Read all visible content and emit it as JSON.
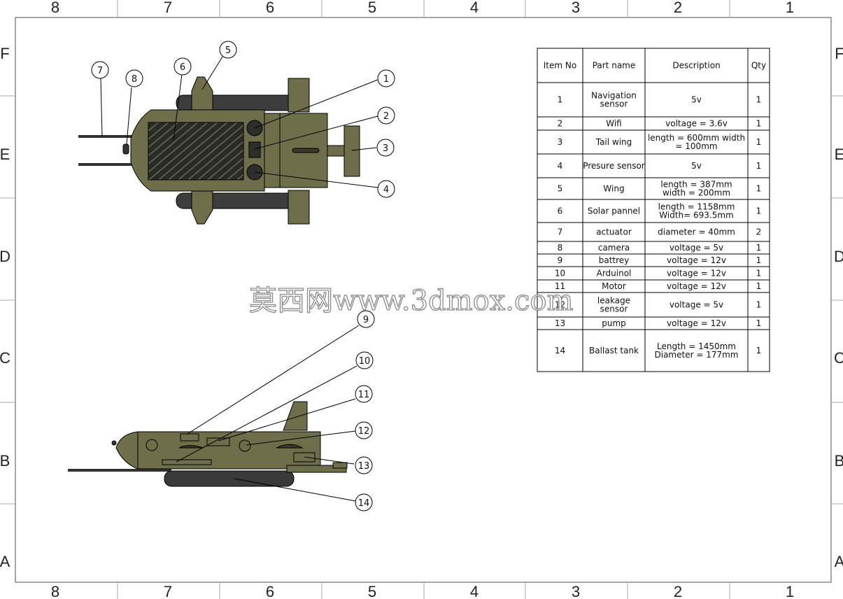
{
  "border": {
    "columns": [
      "8",
      "7",
      "6",
      "5",
      "4",
      "3",
      "2",
      "1"
    ],
    "rows": [
      "F",
      "E",
      "D",
      "C",
      "B",
      "A"
    ]
  },
  "watermark": "莫西网www.3dmox.com",
  "bom": {
    "headers": [
      "Item No",
      "Part name",
      "Description",
      "Qty"
    ],
    "rows": [
      {
        "item": "1",
        "part": [
          "Navigation",
          "sensor"
        ],
        "desc": [
          "5v"
        ],
        "qty": "1"
      },
      {
        "item": "2",
        "part": [
          "Wifi"
        ],
        "desc": [
          "voltage = 3.6v"
        ],
        "qty": "1"
      },
      {
        "item": "3",
        "part": [
          "Tail wing"
        ],
        "desc": [
          "length = 600mm  width",
          "= 100mm"
        ],
        "qty": "1"
      },
      {
        "item": "4",
        "part": [
          "Presure sensor"
        ],
        "desc": [
          "5v"
        ],
        "qty": "1"
      },
      {
        "item": "5",
        "part": [
          "Wing"
        ],
        "desc": [
          "length = 387mm",
          "width = 200mm"
        ],
        "qty": "1"
      },
      {
        "item": "6",
        "part": [
          "Solar pannel"
        ],
        "desc": [
          "length = 1158mm",
          "Width= 693.5mm"
        ],
        "qty": "1"
      },
      {
        "item": "7",
        "part": [
          "actuator"
        ],
        "desc": [
          "diameter = 40mm"
        ],
        "qty": "2"
      },
      {
        "item": "8",
        "part": [
          "camera"
        ],
        "desc": [
          "voltage = 5v"
        ],
        "qty": "1"
      },
      {
        "item": "9",
        "part": [
          "battrey"
        ],
        "desc": [
          "voltage = 12v"
        ],
        "qty": "1"
      },
      {
        "item": "10",
        "part": [
          "Arduinol"
        ],
        "desc": [
          "voltage = 12v"
        ],
        "qty": "1"
      },
      {
        "item": "11",
        "part": [
          "Motor"
        ],
        "desc": [
          "voltage = 12v"
        ],
        "qty": "1"
      },
      {
        "item": "12",
        "part": [
          "leakage",
          "sensor"
        ],
        "desc": [
          "voltage = 5v"
        ],
        "qty": "1"
      },
      {
        "item": "13",
        "part": [
          "pump"
        ],
        "desc": [
          "voltage = 12v"
        ],
        "qty": "1"
      },
      {
        "item": "14",
        "part": [
          "Ballast tank"
        ],
        "desc": [
          "Length = 1450mm",
          "Diameter = 177mm"
        ],
        "qty": "1"
      }
    ]
  },
  "balloons": [
    "1",
    "2",
    "3",
    "4",
    "5",
    "6",
    "7",
    "8",
    "9",
    "10",
    "11",
    "12",
    "13",
    "14"
  ],
  "colors": {
    "hull": "#6e6e4a",
    "hull_dark": "#4f4f35",
    "tank": "#3a3a3a",
    "panel": "#2e2e2a",
    "line": "#000000"
  }
}
